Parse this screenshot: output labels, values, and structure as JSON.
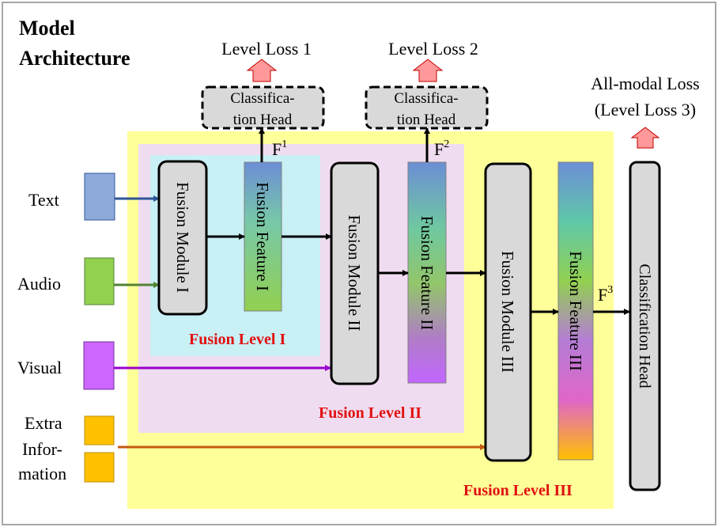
{
  "title": {
    "line1": "Model",
    "line2": "Architecture"
  },
  "inputs": {
    "text": "Text",
    "audio": "Audio",
    "visual": "Visual",
    "extra": {
      "line1": "Extra",
      "line2": "Infor-",
      "line3": "mation"
    }
  },
  "losses": {
    "level1": "Level Loss 1",
    "level2": "Level Loss 2",
    "allmodal": {
      "line1": "All-modal Loss",
      "line2": "(Level Loss 3)"
    }
  },
  "heads": {
    "head1": {
      "line1": "Classifica-",
      "line2": "tion Head"
    },
    "head2": {
      "line1": "Classifica-",
      "line2": "tion Head"
    },
    "final": "Classification Head"
  },
  "features": {
    "f1": {
      "base": "F",
      "sup": "1"
    },
    "f2": {
      "base": "F",
      "sup": "2"
    },
    "f3": {
      "base": "F",
      "sup": "3"
    }
  },
  "modules": {
    "m1": "Fusion Module I",
    "m2": "Fusion Module II",
    "m3": "Fusion Module III",
    "ff1": "Fusion Feature I",
    "ff2": "Fusion Feature II",
    "ff3": "Fusion Feature  III"
  },
  "levels": {
    "l1": "Fusion Level I",
    "l2": "Fusion Level II",
    "l3": "Fusion Level III"
  },
  "colors": {
    "level3_bg": "#ffff99",
    "level2_bg": "#f0dcf0",
    "level1_bg": "#c8f0f5",
    "module_fill": "#d9d9d9",
    "text_input": "#8eaadb",
    "audio_input": "#92d050",
    "visual_input": "#cc66ff",
    "extra_input": "#ffc000",
    "level_label": "#e01010",
    "up_arrow": "#ff9999"
  }
}
